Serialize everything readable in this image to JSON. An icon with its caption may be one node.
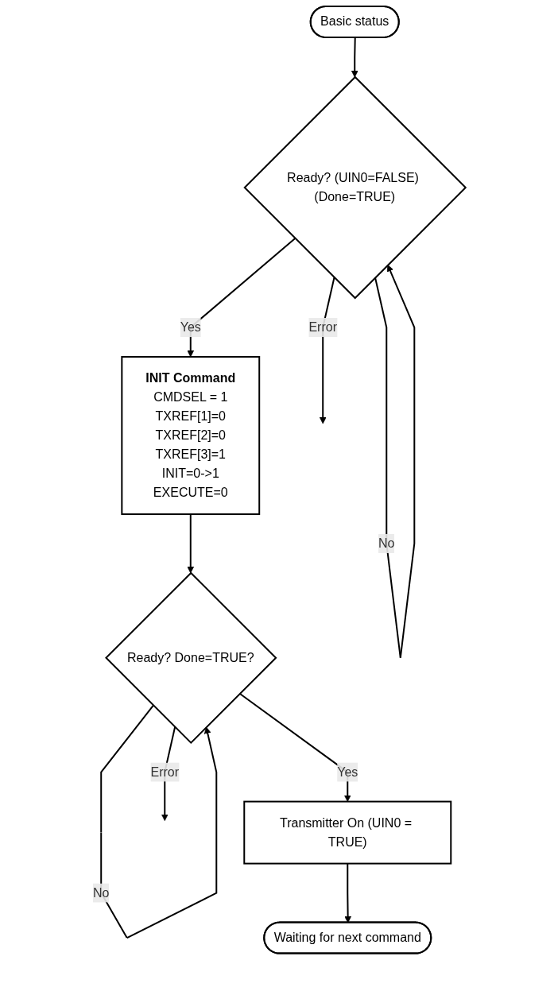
{
  "diagram": {
    "nodes": [
      {
        "text": [
          "Basic status"
        ]
      },
      {
        "text": [
          "Ready? (UIN0=FALSE) (Done=TRUE)"
        ]
      },
      {
        "text": [
          "INIT Command",
          "CMDSEL = 1",
          "TXREF[1]=0",
          "TXREF[2]=0",
          "TXREF[3]=1",
          "INIT=0->1",
          "EXECUTE=0"
        ]
      },
      {
        "text": [
          "Ready? Done=TRUE?"
        ]
      },
      {
        "text": [
          "Transmitter On (UIN0 = TRUE)"
        ]
      },
      {
        "text": [
          "Waiting for next command"
        ]
      }
    ],
    "edges": [
      {
        "from": 0,
        "to": 1,
        "arrow": "to"
      },
      {
        "from": 1,
        "to": 1,
        "label": "No",
        "arrow": "to"
      },
      {
        "from": 1,
        "to": null,
        "label": "Error",
        "arrow": "to"
      },
      {
        "from": 1,
        "to": 2,
        "label": "Yes",
        "arrow": "to"
      },
      {
        "from": 2,
        "to": 3,
        "arrow": "to"
      },
      {
        "from": 3,
        "to": 3,
        "label": "No",
        "arrow": "to"
      },
      {
        "from": 3,
        "to": null,
        "label": "Error",
        "arrow": "to"
      },
      {
        "from": 3,
        "to": 4,
        "label": "Yes",
        "arrow": "to"
      },
      {
        "from": 4,
        "to": 5,
        "arrow": "to"
      }
    ]
  }
}
